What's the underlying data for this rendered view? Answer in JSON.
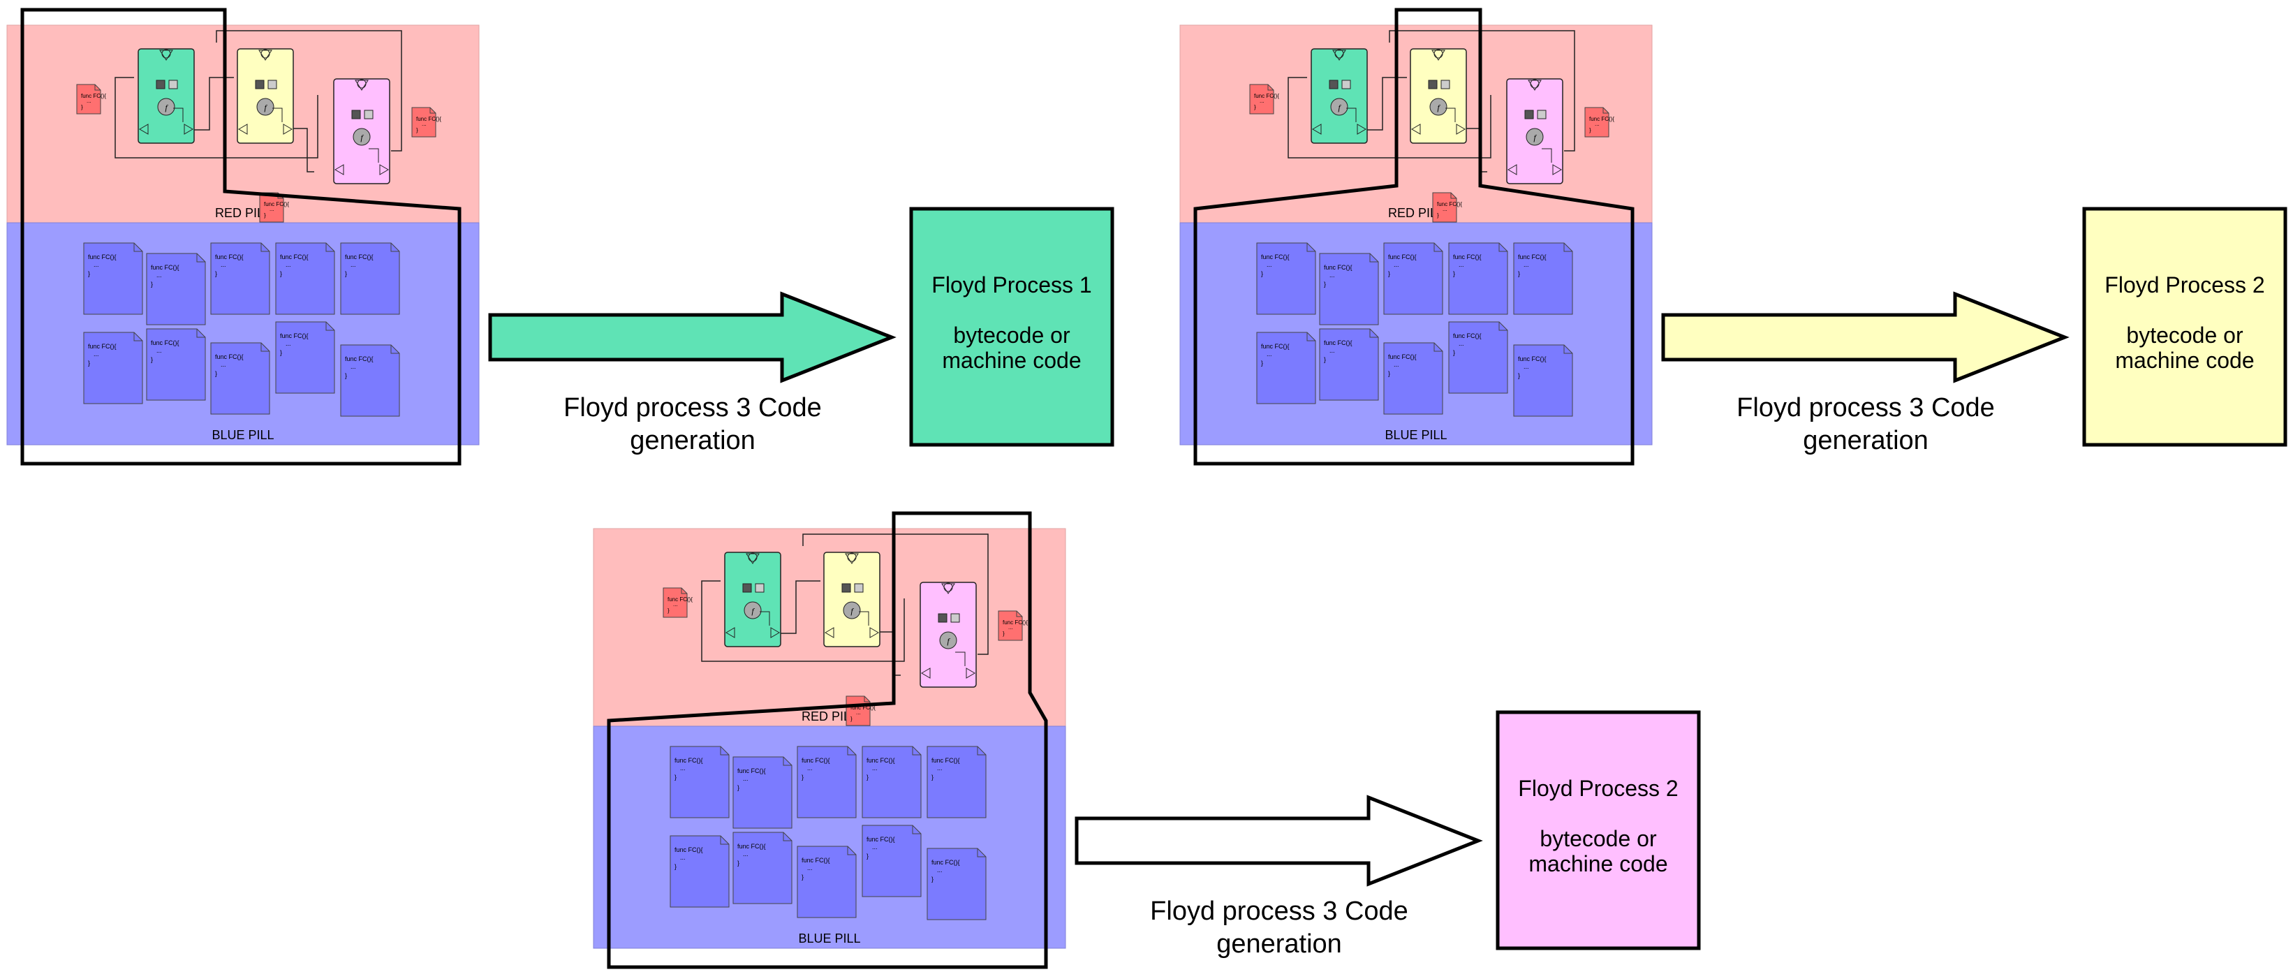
{
  "colors": {
    "red_pill": "#ffbdbd",
    "blue_pill": "#9c9cff",
    "green": "#5fe3b5",
    "yellow": "#ffffc0",
    "pink": "#ffbfff",
    "doc_blue": "#7b7bff",
    "doc_red": "#ff7070"
  },
  "panels": [
    {
      "red_pill_label": "RED PILL",
      "blue_pill_label": "BLUE PILL",
      "arrow_caption_line1": "Floyd process 3 Code",
      "arrow_caption_line2": "generation",
      "arrow_color": "#5fe3b5",
      "output": {
        "color": "#5fe3b5",
        "line1": "Floyd Process 1",
        "line2": "bytecode or",
        "line3": "machine code"
      }
    },
    {
      "red_pill_label": "RED PILL",
      "blue_pill_label": "BLUE PILL",
      "arrow_caption_line1": "Floyd process 3 Code",
      "arrow_caption_line2": "generation",
      "arrow_color": "#ffffc0",
      "output": {
        "color": "#ffffc0",
        "line1": "Floyd Process 2",
        "line2": "bytecode or",
        "line3": "machine code"
      }
    },
    {
      "red_pill_label": "RED PILL",
      "blue_pill_label": "BLUE PILL",
      "arrow_caption_line1": "Floyd process 3 Code",
      "arrow_caption_line2": "generation",
      "arrow_color": "#ffffff",
      "output": {
        "color": "#ffbfff",
        "line1": "Floyd Process 2",
        "line2": "bytecode or",
        "line3": "machine code"
      }
    }
  ],
  "doc_text": {
    "line1": "func FC(){",
    "line2": "...",
    "line3": "}"
  },
  "node_symbol": "f"
}
